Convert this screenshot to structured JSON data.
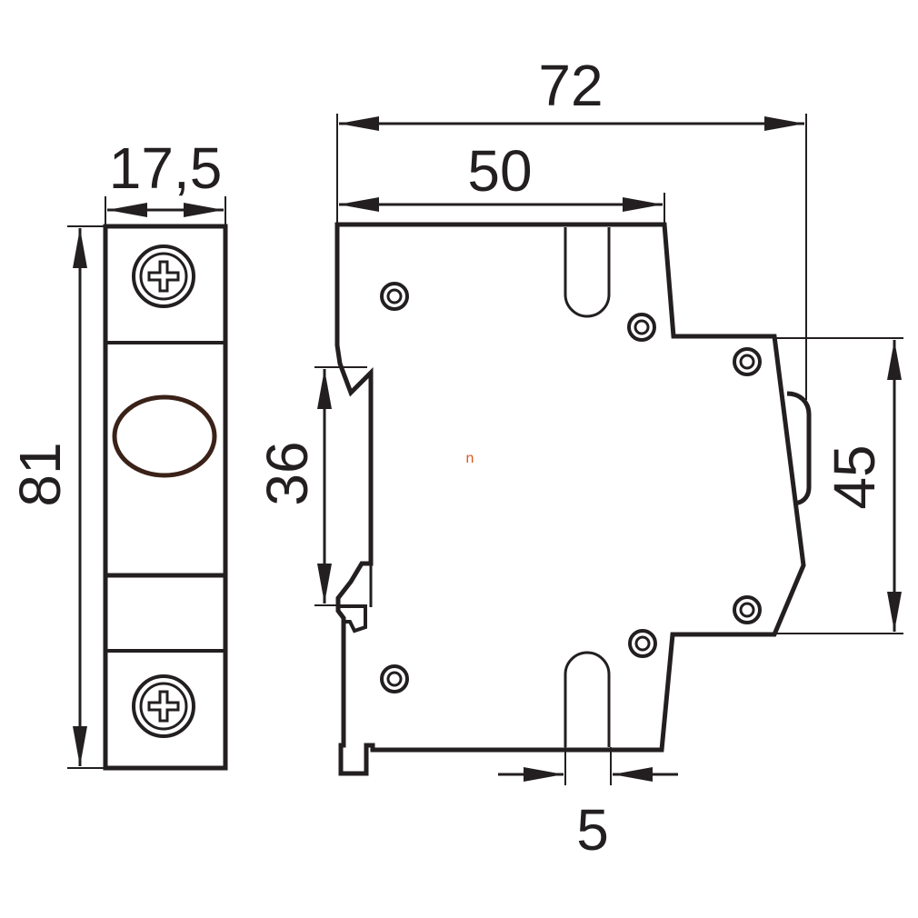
{
  "dimensions": {
    "overall_depth": "72",
    "front_depth": "50",
    "width": "17,5",
    "height": "81",
    "din_rail": "36",
    "front_height": "45",
    "slot_width": "5"
  },
  "center_mark": "n",
  "colors": {
    "line": "#231f20",
    "indicator_ring": "#3a2218",
    "center_mark": "#e0561e"
  }
}
